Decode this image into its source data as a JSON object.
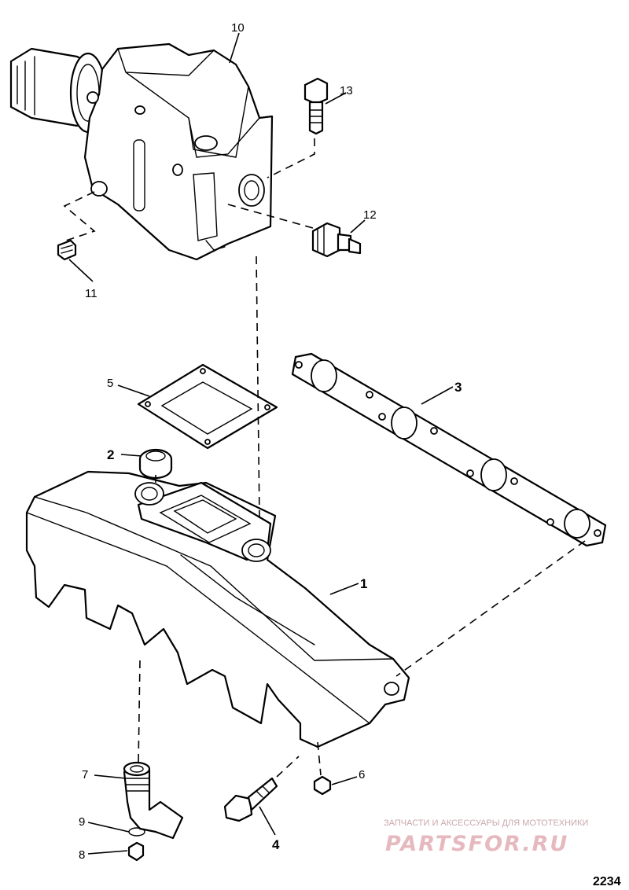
{
  "callouts": [
    {
      "id": "1",
      "label": "1"
    },
    {
      "id": "2",
      "label": "2"
    },
    {
      "id": "3",
      "label": "3"
    },
    {
      "id": "4",
      "label": "4"
    },
    {
      "id": "5",
      "label": "5"
    },
    {
      "id": "6",
      "label": "6"
    },
    {
      "id": "7",
      "label": "7"
    },
    {
      "id": "8",
      "label": "8"
    },
    {
      "id": "9",
      "label": "9"
    },
    {
      "id": "10",
      "label": "10"
    },
    {
      "id": "11",
      "label": "11"
    },
    {
      "id": "12",
      "label": "12"
    },
    {
      "id": "13",
      "label": "13"
    }
  ],
  "watermark": {
    "caption": "ЗАПЧАСТИ И АКСЕССУАРЫ ДЛЯ МОТОТЕХНИКИ",
    "brand": "PARTSFOR.RU",
    "color": "#e6b9bf"
  },
  "figure_number": "2234"
}
